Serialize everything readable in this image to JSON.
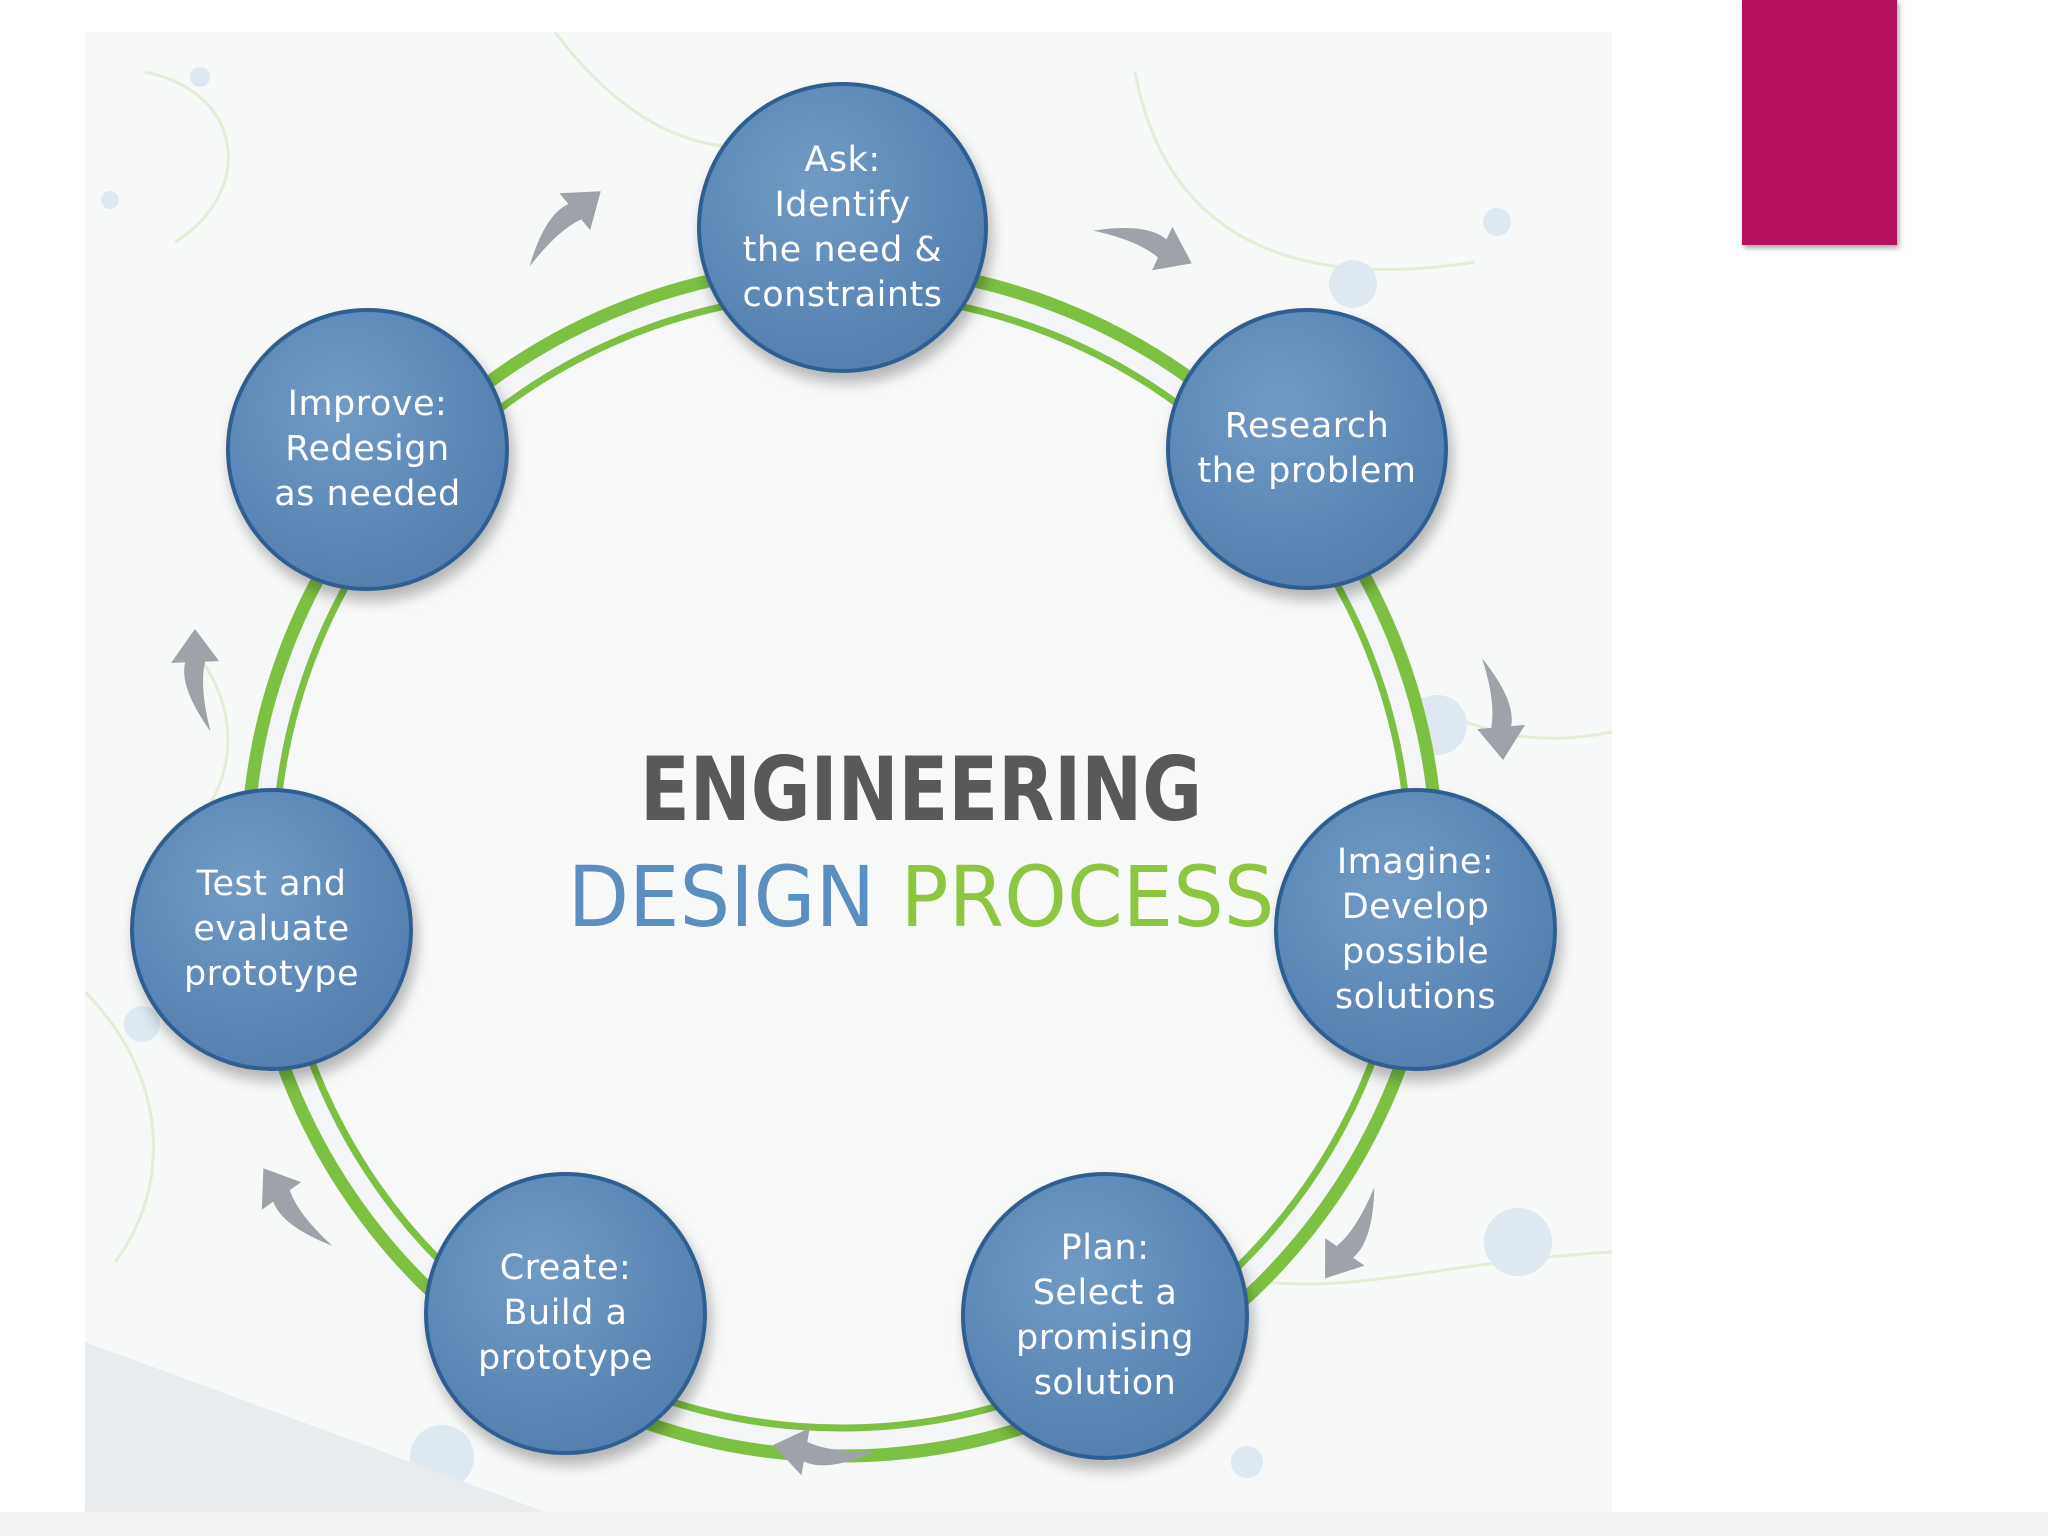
{
  "title": {
    "line1": "ENGINEERING",
    "line2_part1": "DESIGN",
    "line2_part2": "PROCESS"
  },
  "steps": [
    {
      "id": "ask",
      "label": "Ask:\nIdentify\nthe need &\nconstraints"
    },
    {
      "id": "research",
      "label": "Research\nthe problem"
    },
    {
      "id": "imagine",
      "label": "Imagine:\nDevelop\npossible\nsolutions"
    },
    {
      "id": "plan",
      "label": "Plan:\nSelect a\npromising\nsolution"
    },
    {
      "id": "create",
      "label": "Create:\nBuild a\nprototype"
    },
    {
      "id": "test",
      "label": "Test and\nevaluate\nprototype"
    },
    {
      "id": "improve",
      "label": "Improve:\nRedesign\nas needed"
    }
  ],
  "colors": {
    "node_fill": "#5a87b6",
    "node_border": "#2f5e91",
    "ring_green": "#7dc142",
    "arrow_gray": "#9da3a8",
    "title_gray": "#58595b",
    "title_blue": "#5b8ec1",
    "title_green": "#8dc63f",
    "accent_magenta": "#b5115f"
  },
  "icons": {
    "cycle_arrow": "curved-arrow-icon"
  }
}
